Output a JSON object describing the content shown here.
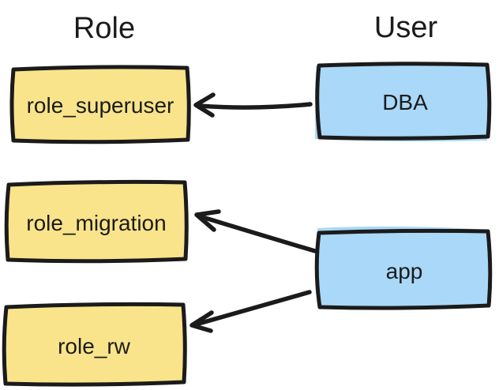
{
  "diagram": {
    "columns": [
      {
        "heading": "Role"
      },
      {
        "heading": "User"
      }
    ],
    "roles": [
      {
        "label": "role_superuser"
      },
      {
        "label": "role_migration"
      },
      {
        "label": "role_rw"
      }
    ],
    "users": [
      {
        "label": "DBA"
      },
      {
        "label": "app"
      }
    ],
    "edges": [
      {
        "from": "DBA",
        "to": "role_superuser"
      },
      {
        "from": "app",
        "to": "role_migration"
      },
      {
        "from": "app",
        "to": "role_rw"
      }
    ],
    "colors": {
      "role_fill": "#F9E48B",
      "user_fill": "#A9D8F8",
      "stroke": "#1B1B1B",
      "text": "#1B1B1B",
      "canvas": "#FFFFFF"
    }
  }
}
